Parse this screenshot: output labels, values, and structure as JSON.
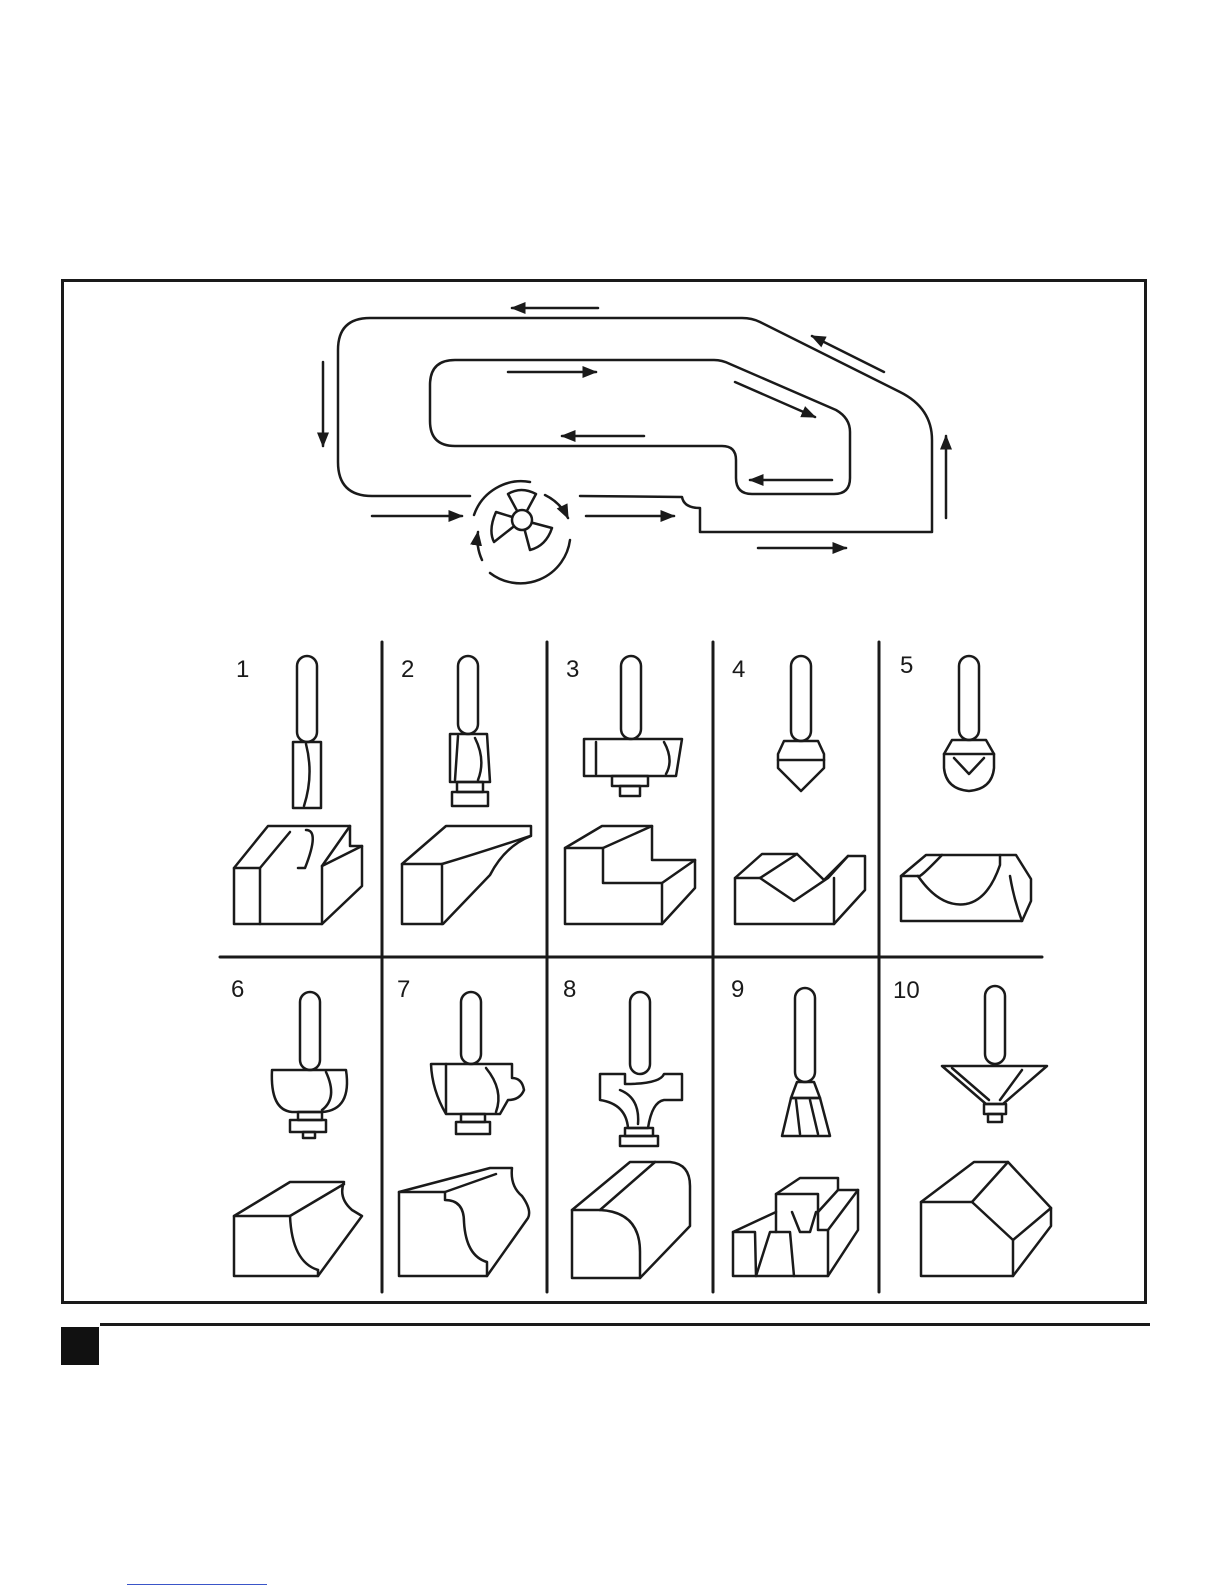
{
  "figure": {
    "bits": [
      {
        "number": "1"
      },
      {
        "number": "2"
      },
      {
        "number": "3"
      },
      {
        "number": "4"
      },
      {
        "number": "5"
      },
      {
        "number": "6"
      },
      {
        "number": "7"
      },
      {
        "number": "8"
      },
      {
        "number": "9"
      },
      {
        "number": "10"
      }
    ]
  },
  "colors": {
    "ink": "#1a1a1a",
    "paper": "#ffffff",
    "link": "#3a55c8"
  }
}
